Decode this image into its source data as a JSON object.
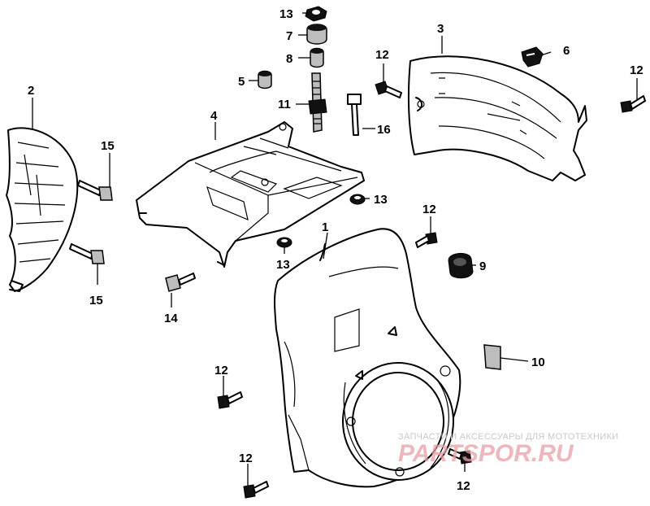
{
  "labels": [
    {
      "id": "1",
      "text": "1"
    },
    {
      "id": "2",
      "text": "2"
    },
    {
      "id": "3",
      "text": "3"
    },
    {
      "id": "4",
      "text": "4"
    },
    {
      "id": "5",
      "text": "5"
    },
    {
      "id": "6",
      "text": "6"
    },
    {
      "id": "7",
      "text": "7"
    },
    {
      "id": "8",
      "text": "8"
    },
    {
      "id": "9",
      "text": "9"
    },
    {
      "id": "10",
      "text": "10"
    },
    {
      "id": "11",
      "text": "11"
    },
    {
      "id": "12a",
      "text": "12"
    },
    {
      "id": "12b",
      "text": "12"
    },
    {
      "id": "12c",
      "text": "12"
    },
    {
      "id": "12d",
      "text": "12"
    },
    {
      "id": "12e",
      "text": "12"
    },
    {
      "id": "12f",
      "text": "12"
    },
    {
      "id": "13a",
      "text": "13"
    },
    {
      "id": "13b",
      "text": "13"
    },
    {
      "id": "13c",
      "text": "13"
    },
    {
      "id": "14",
      "text": "14"
    },
    {
      "id": "15a",
      "text": "15"
    },
    {
      "id": "15b",
      "text": "15"
    },
    {
      "id": "16",
      "text": "16"
    }
  ],
  "watermark": {
    "tagline": "ЗАПЧАСТИ И АКСЕССУАРЫ ДЛЯ МОТОТЕХНИКИ",
    "brand": "PARTSPOR.RU"
  },
  "colors": {
    "ink": "#000000",
    "background": "#ffffff",
    "watermark_brand": "#e9a0a6",
    "watermark_tagline": "#c9c9c9"
  }
}
